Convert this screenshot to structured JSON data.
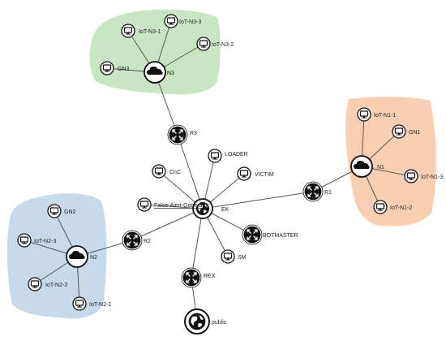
{
  "colors": {
    "zone_n3": "#a9d8a0",
    "zone_n1": "#f6b58a",
    "zone_n2": "#a8c6e2",
    "line": "#555555",
    "node_border": "#111111",
    "router_fill": "#111111"
  },
  "nodes": {
    "n3": {
      "label": "N3",
      "kind": "cloud-node"
    },
    "iot_n3_1": {
      "label": "IoT-N3-1",
      "kind": "host"
    },
    "iot_n3_3": {
      "label": "IoT-N3-3",
      "kind": "host"
    },
    "iot_n3_2": {
      "label": "IoT-N3-2",
      "kind": "host"
    },
    "gn3": {
      "label": "GN3",
      "kind": "host"
    },
    "r3": {
      "label": "R3",
      "kind": "router"
    },
    "loader": {
      "label": "LOADER",
      "kind": "host"
    },
    "cnc": {
      "label": "CnC",
      "kind": "host"
    },
    "victim": {
      "label": "VICTIM",
      "kind": "host"
    },
    "false_alert": {
      "label": "False-Alert-Generator",
      "kind": "host"
    },
    "ek": {
      "label": "EK",
      "kind": "globe"
    },
    "botmaster": {
      "label": "BOTMASTER",
      "kind": "router"
    },
    "sm": {
      "label": "SM",
      "kind": "host"
    },
    "rex": {
      "label": "REX",
      "kind": "router"
    },
    "public": {
      "label": "public",
      "kind": "globe-big"
    },
    "r1": {
      "label": "R1",
      "kind": "router"
    },
    "n1": {
      "label": "N1",
      "kind": "cloud-node"
    },
    "iot_n1_1": {
      "label": "IoT-N1-1",
      "kind": "host"
    },
    "gn1": {
      "label": "GN1",
      "kind": "host"
    },
    "iot_n1_3": {
      "label": "IoT-N1-3",
      "kind": "host"
    },
    "iot_n1_2": {
      "label": "IoT-N1-2",
      "kind": "host"
    },
    "r2": {
      "label": "R2",
      "kind": "router"
    },
    "n2": {
      "label": "N2",
      "kind": "cloud-node"
    },
    "gn2": {
      "label": "GN2",
      "kind": "host"
    },
    "iot_n2_3": {
      "label": "IoT-N2-3",
      "kind": "host"
    },
    "iot_n2_2": {
      "label": "IoT-N2-2",
      "kind": "host"
    },
    "iot_n2_1": {
      "label": "IoT-N2-1",
      "kind": "host"
    }
  },
  "edges": [
    [
      "n3",
      "iot_n3_1"
    ],
    [
      "n3",
      "iot_n3_3"
    ],
    [
      "n3",
      "iot_n3_2"
    ],
    [
      "n3",
      "gn3"
    ],
    [
      "n3",
      "r3"
    ],
    [
      "r3",
      "ek"
    ],
    [
      "ek",
      "loader"
    ],
    [
      "ek",
      "cnc"
    ],
    [
      "ek",
      "victim"
    ],
    [
      "ek",
      "false_alert"
    ],
    [
      "ek",
      "botmaster"
    ],
    [
      "ek",
      "sm"
    ],
    [
      "ek",
      "rex"
    ],
    [
      "rex",
      "public"
    ],
    [
      "ek",
      "r1"
    ],
    [
      "r1",
      "n1"
    ],
    [
      "n1",
      "iot_n1_1"
    ],
    [
      "n1",
      "gn1"
    ],
    [
      "n1",
      "iot_n1_3"
    ],
    [
      "n1",
      "iot_n1_2"
    ],
    [
      "ek",
      "r2"
    ],
    [
      "r2",
      "n2"
    ],
    [
      "n2",
      "gn2"
    ],
    [
      "n2",
      "iot_n2_3"
    ],
    [
      "n2",
      "iot_n2_2"
    ],
    [
      "n2",
      "iot_n2_1"
    ]
  ]
}
